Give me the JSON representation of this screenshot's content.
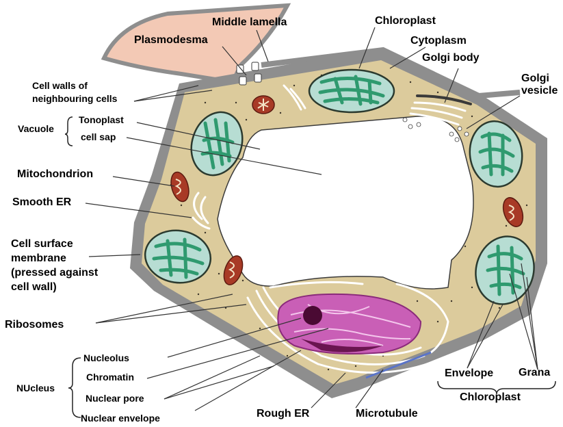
{
  "labels": {
    "middle_lamella": "Middle lamella",
    "plasmodesma": "Plasmodesma",
    "chloroplast_top": "Chloroplast",
    "cytoplasm": "Cytoplasm",
    "golgi_body": "Golgi body",
    "golgi_vesicle_1": "Golgi",
    "golgi_vesicle_2": "vesicle",
    "cell_walls_1": "Cell walls of",
    "cell_walls_2": "neighbouring cells",
    "vacuole": "Vacuole",
    "tonoplast": "Tonoplast",
    "cell_sap": "cell sap",
    "mitochondrion": "Mitochondrion",
    "smooth_er": "Smooth ER",
    "csm_1": "Cell surface",
    "csm_2": "membrane",
    "csm_3": "(pressed against",
    "csm_4": "cell wall)",
    "ribosomes": "Ribosomes",
    "nucleus": "NUcleus",
    "nucleolus": "Nucleolus",
    "chromatin": "Chromatin",
    "nuclear_pore": "Nuclear pore",
    "nuclear_envelope": "Nuclear envelope",
    "rough_er": "Rough ER",
    "microtubule": "Microtubule",
    "envelope": "Envelope",
    "grana": "Grana",
    "chloroplast_bottom": "Chloroplast"
  },
  "colors": {
    "cell_wall": "#8e8e8e",
    "cytoplasm": "#dccb9c",
    "neighbour_cell": "#f3c9b5",
    "chloroplast_fill": "#b7ddd3",
    "thylakoid": "#2f9a6f",
    "mitochondrion": "#a83a26",
    "nucleus": "#c95fb6",
    "nucleolus": "#4a0a33",
    "microtubule": "#5a74c8"
  }
}
